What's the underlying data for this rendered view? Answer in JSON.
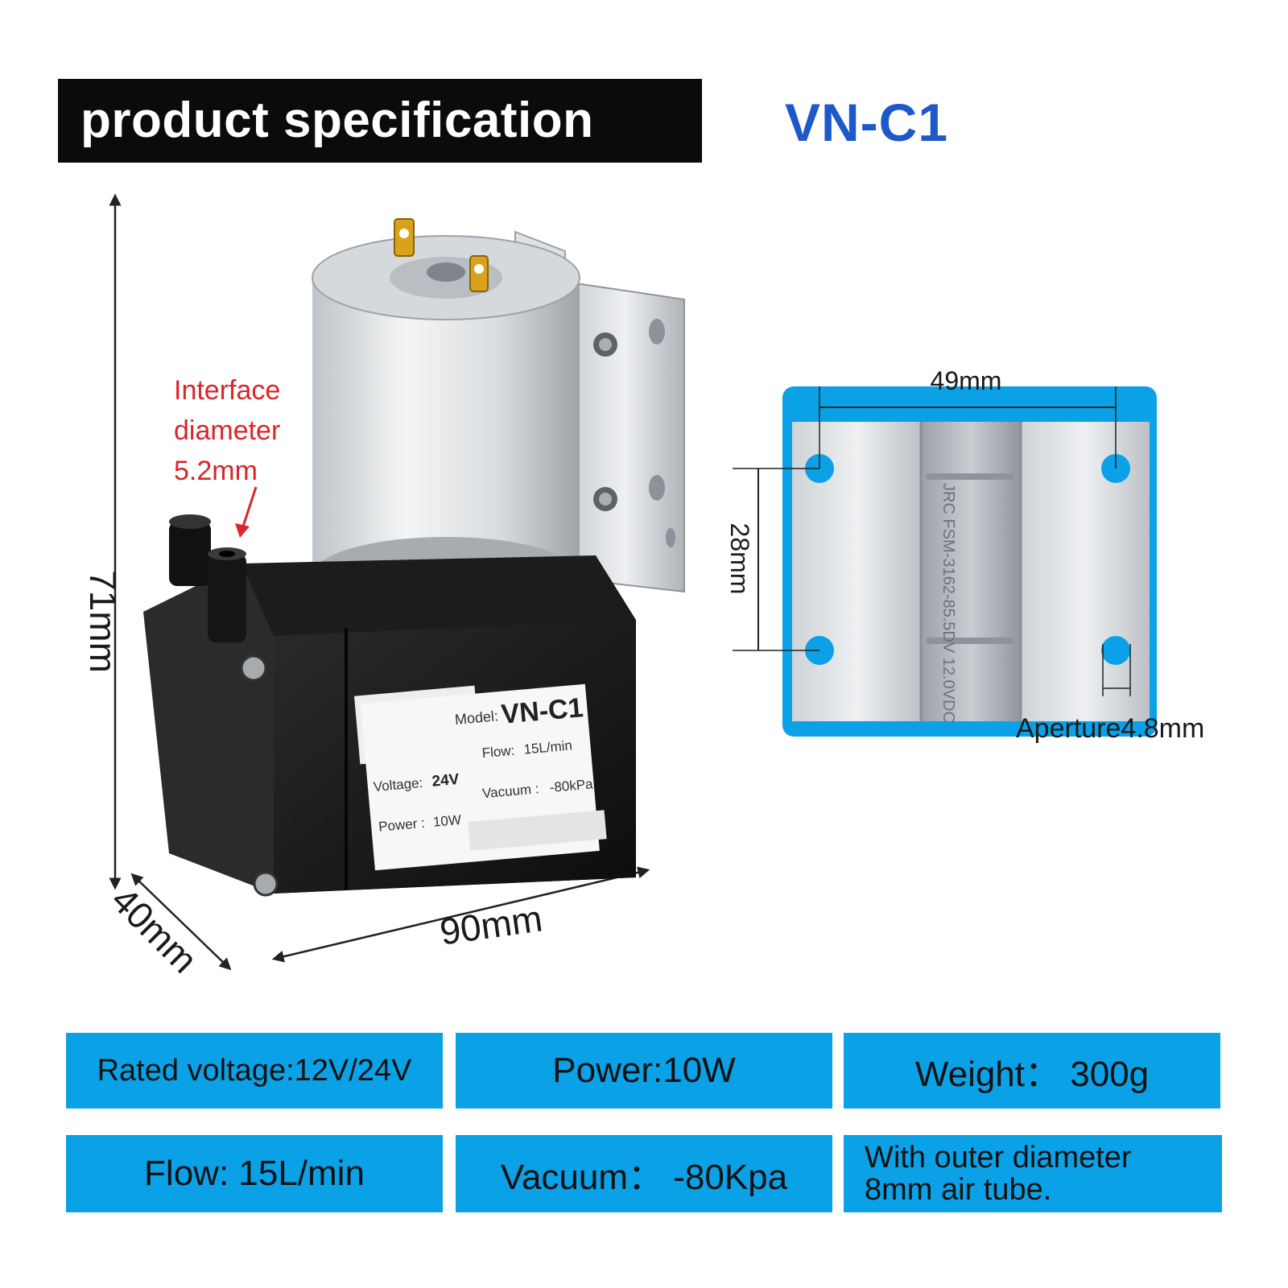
{
  "header": {
    "title": "product specification",
    "model": "VN-C1"
  },
  "dimensions": {
    "height": "71mm",
    "depth": "40mm",
    "length": "90mm",
    "interface_lines": [
      "Interface",
      "diameter",
      "5.2mm"
    ]
  },
  "mount_plate": {
    "hole_spacing_horizontal": "49mm",
    "hole_spacing_vertical": "28mm",
    "aperture": "Aperture4.8mm",
    "plate_print": "JRC  FSM-3162-85.5DV  12.0VDC"
  },
  "product_label": {
    "model_key": "Model:",
    "model_value": "VN-C1",
    "flow_key": "Flow:",
    "flow_value": "15L/min",
    "voltage_key": "Voltage:",
    "voltage_value": "24V",
    "vacuum_key": "Vacuum :",
    "vacuum_value": "-80kPa",
    "power_key": "Power :",
    "power_value": "10W"
  },
  "specs": [
    {
      "text": "Rated voltage:12V/24V"
    },
    {
      "text": "Power:10W"
    },
    {
      "text": "Weight： 300g"
    },
    {
      "text": "Flow: 15L/min"
    },
    {
      "text": "Vacuum： -80Kpa"
    },
    {
      "lines": [
        "With outer diameter",
        "8mm air tube."
      ]
    }
  ],
  "colors": {
    "title_bg": "#0b0b0b",
    "model_blue": "#1f59c9",
    "tile_blue": "#0aa1e6",
    "annotation_red": "#d9262a",
    "plate_frame": "#0aa1e6"
  }
}
